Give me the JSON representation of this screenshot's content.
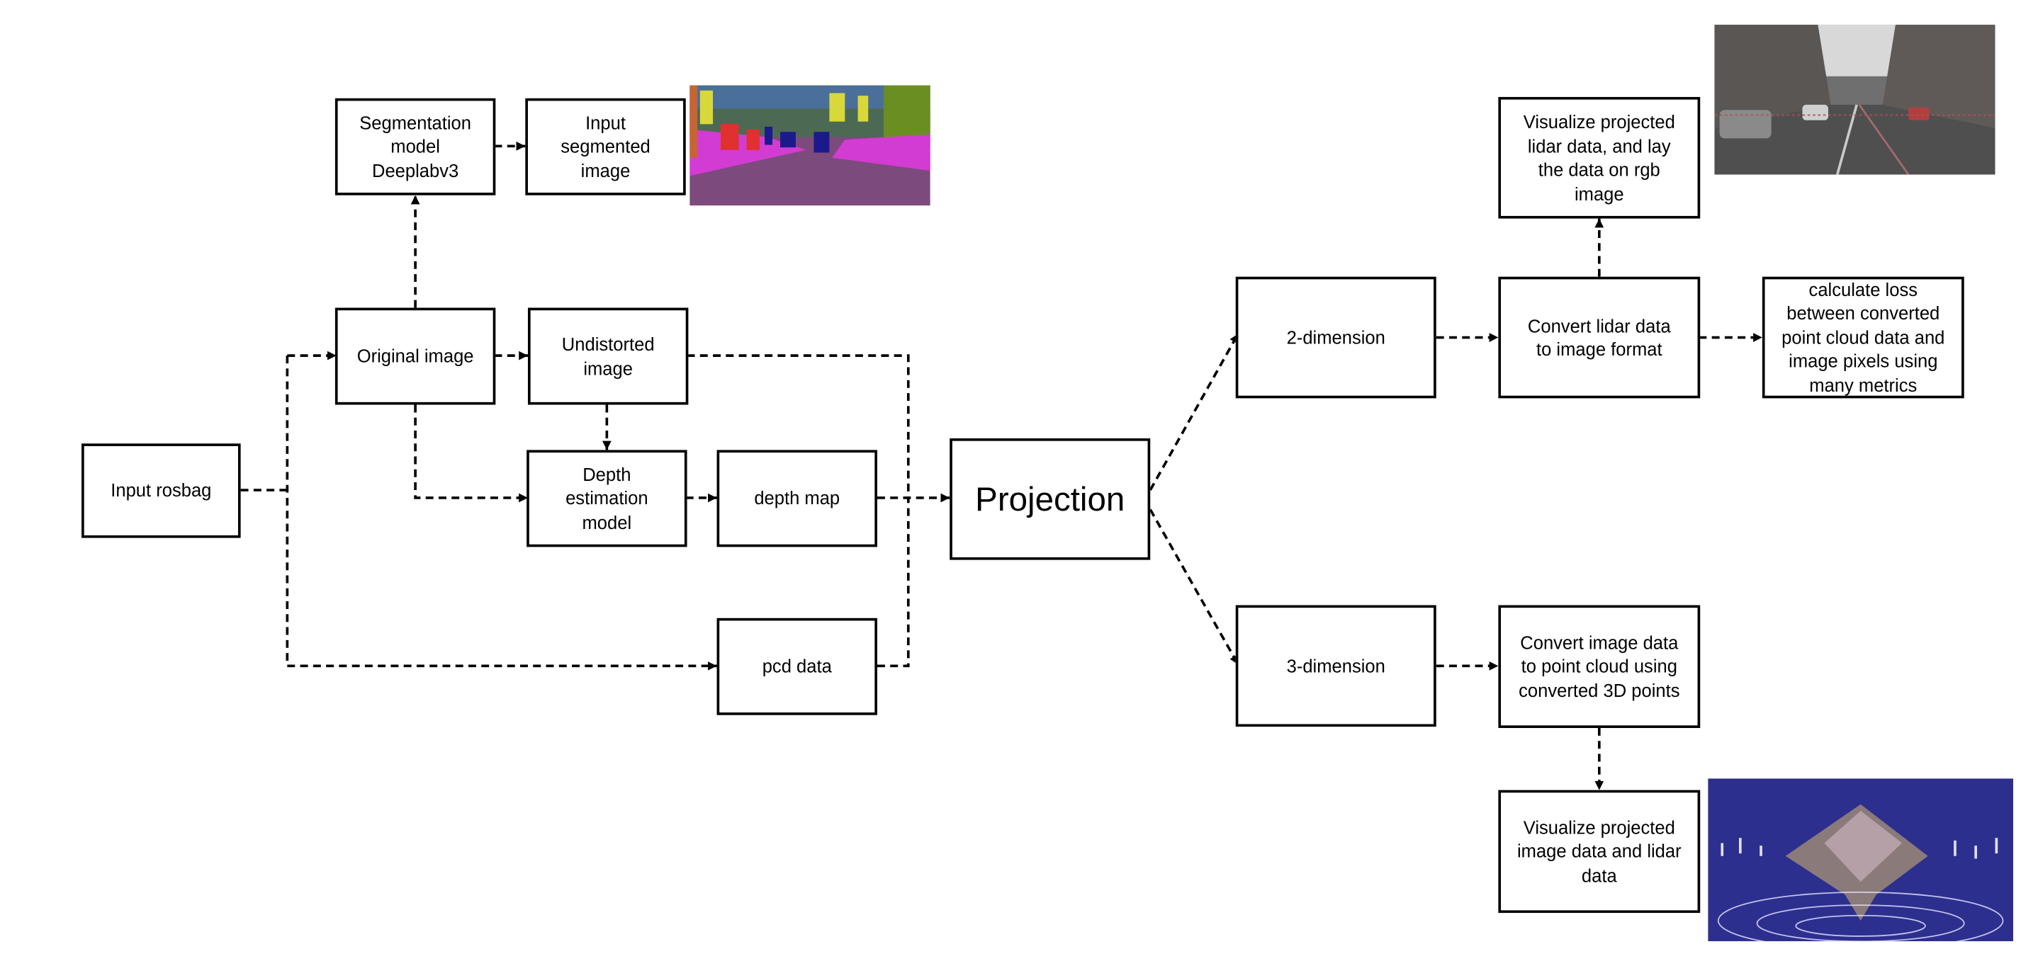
{
  "nodes": {
    "input_rosbag": "Input rosbag",
    "segmentation_model": "Segmentation\nmodel\nDeeplabv3",
    "input_segmented_image": "Input\nsegmented\nimage",
    "original_image": "Original image",
    "undistorted_image": "Undistorted\nimage",
    "depth_estimation_model": "Depth\nestimation\nmodel",
    "depth_map": "depth map",
    "pcd_data": "pcd data",
    "projection": "Projection",
    "two_dimension": "2-dimension",
    "three_dimension": "3-dimension",
    "visualize_projected_lidar": "Visualize projected\nlidar data, and lay\nthe data on rgb\nimage",
    "convert_lidar": "Convert lidar data\nto image format",
    "calculate_loss": "calculate loss\nbetween converted\npoint cloud data and\nimage pixels using\nmany metrics",
    "convert_image": "Convert image data\nto point cloud using\nconverted 3D points",
    "visualize_projected_image": "Visualize projected\nimage data and lidar\ndata"
  },
  "images": {
    "segmented": "segmented-street-scene",
    "street_overlay": "street-photo-with-lidar-overlay",
    "point_cloud": "3d-point-cloud-render"
  },
  "colors": {
    "stroke": "#000000",
    "segmentation_sky": "#4a6f9a",
    "segmentation_road": "#7d4a7d",
    "segmentation_sidewalk": "#d23cd2",
    "pointcloud_bg": "#2d2f8f"
  }
}
